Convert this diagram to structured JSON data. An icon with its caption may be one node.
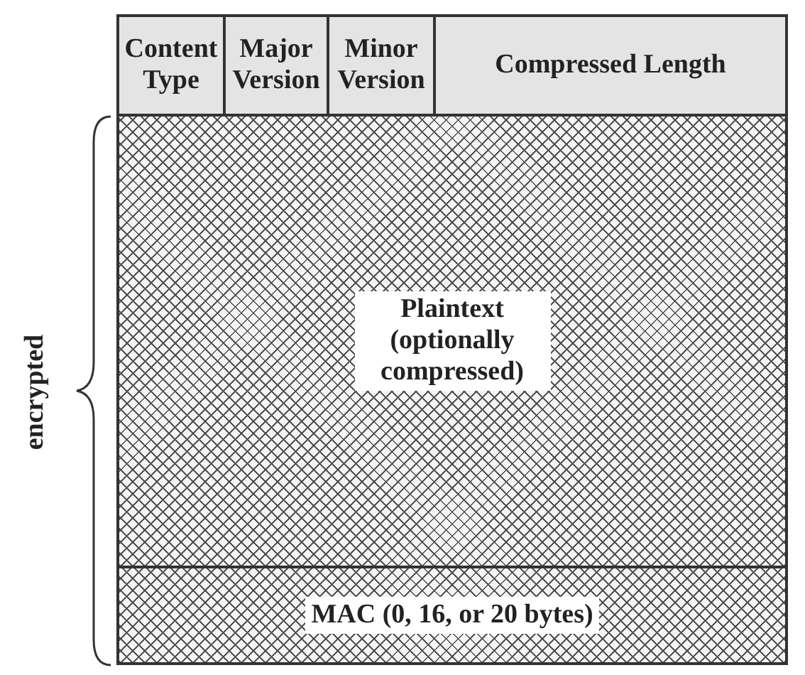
{
  "diagram": {
    "nodes": [
      {
        "text": [
          "Content Type"
        ]
      },
      {
        "text": [
          "Major Version"
        ]
      },
      {
        "text": [
          "Minor Version"
        ]
      },
      {
        "text": [
          "Compressed Length"
        ]
      },
      {
        "text": [
          "Plaintext (optionally compressed)"
        ]
      },
      {
        "text": [
          "MAC (0, 16, or 20 bytes)"
        ]
      }
    ],
    "labels": [
      "encrypted"
    ]
  }
}
